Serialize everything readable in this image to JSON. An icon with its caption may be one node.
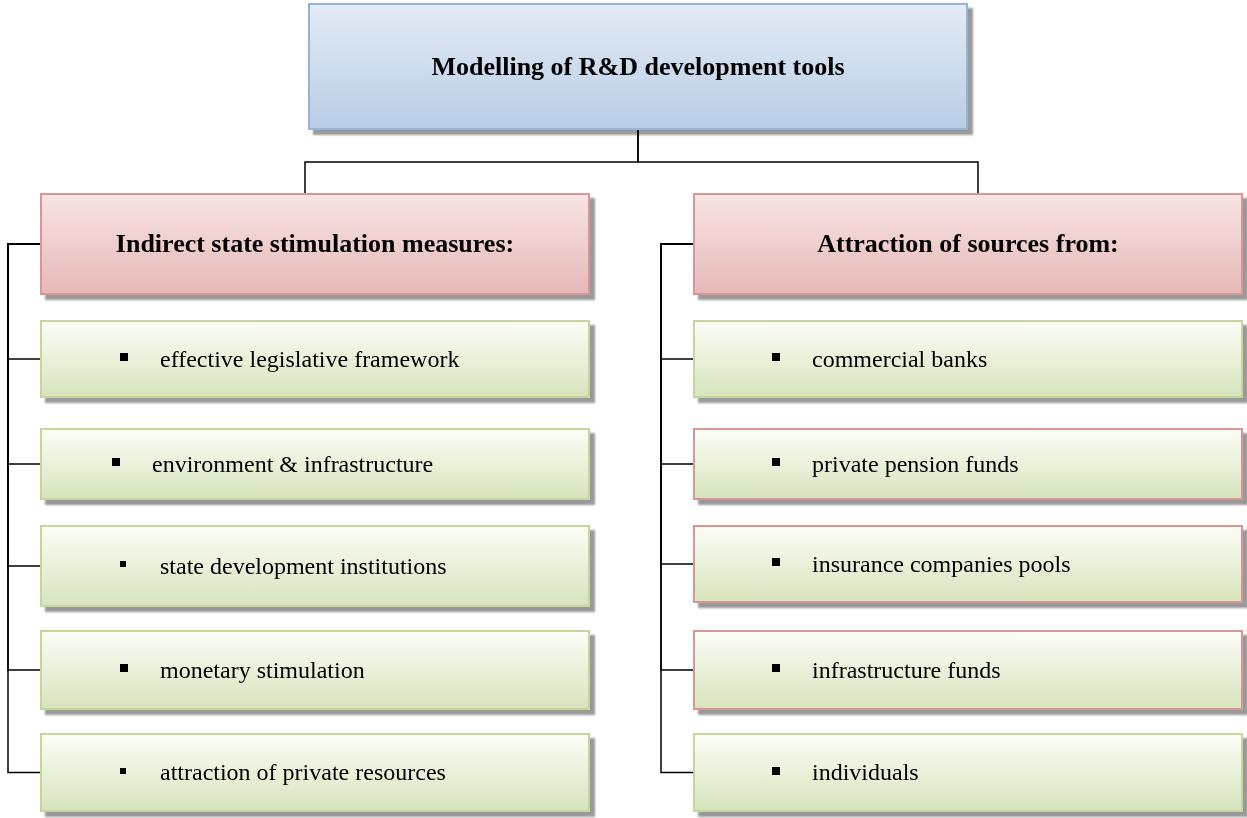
{
  "diagram": {
    "nodes": [
      {
        "text": [
          "Modelling of R&D development tools"
        ]
      },
      {
        "text": [
          "Indirect state stimulation measures:"
        ]
      },
      {
        "text": [
          "effective legislative framework"
        ]
      },
      {
        "text": [
          "environment & infrastructure"
        ]
      },
      {
        "text": [
          "state development institutions"
        ]
      },
      {
        "text": [
          "monetary stimulation"
        ]
      },
      {
        "text": [
          "attraction of private resources"
        ]
      },
      {
        "text": [
          "Attraction of sources from:"
        ]
      },
      {
        "text": [
          "commercial banks"
        ]
      },
      {
        "text": [
          "private pension funds"
        ]
      },
      {
        "text": [
          "insurance companies pools"
        ]
      },
      {
        "text": [
          "infrastructure funds"
        ]
      },
      {
        "text": [
          "individuals"
        ]
      }
    ],
    "edges": [
      {
        "from": 0,
        "to": 1,
        "arrow": "none"
      },
      {
        "from": 0,
        "to": 7,
        "arrow": "none"
      },
      {
        "from": 1,
        "to": 2,
        "arrow": "none"
      },
      {
        "from": 1,
        "to": 3,
        "arrow": "none"
      },
      {
        "from": 1,
        "to": 4,
        "arrow": "none"
      },
      {
        "from": 1,
        "to": 5,
        "arrow": "none"
      },
      {
        "from": 1,
        "to": 6,
        "arrow": "none"
      },
      {
        "from": 7,
        "to": 8,
        "arrow": "none"
      },
      {
        "from": 7,
        "to": 9,
        "arrow": "none"
      },
      {
        "from": 7,
        "to": 10,
        "arrow": "none"
      },
      {
        "from": 7,
        "to": 11,
        "arrow": "none"
      },
      {
        "from": 7,
        "to": 12,
        "arrow": "none"
      }
    ]
  }
}
